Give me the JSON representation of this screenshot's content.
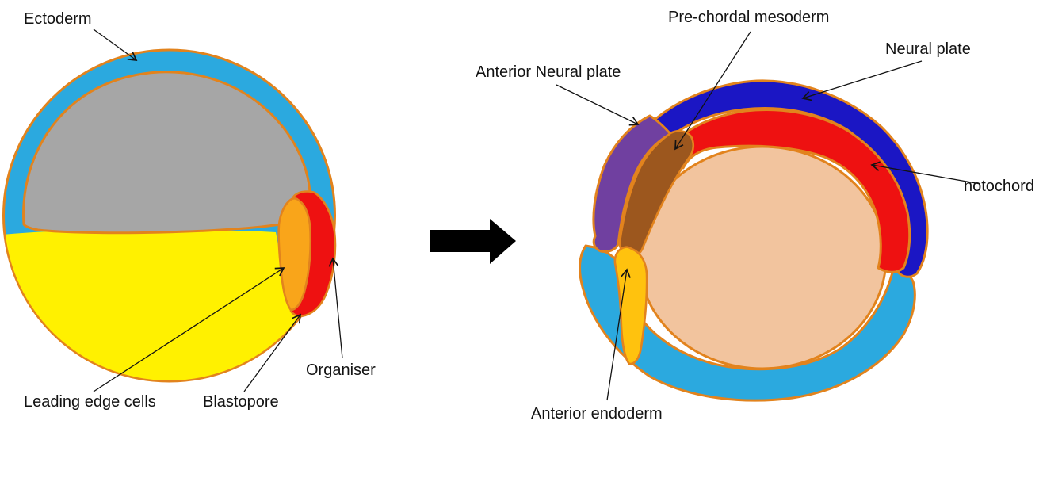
{
  "figure": {
    "description_labels_total": 9,
    "transition_arrow_color": "#000000"
  },
  "colors": {
    "outline": "#E2831D",
    "label_text": "#131313",
    "ectoderm_blue": "#2BA9DF",
    "animal_cap_gray": "#A6A6A6",
    "vegetal_yellow": "#FFF100",
    "leading_edge_orange": "#F9A51A",
    "organiser_red": "#EE1111",
    "neural_plate_darkblue": "#1B16C4",
    "notochord_red": "#EE1111",
    "anterior_neural_plate_purple": "#7040A0",
    "prechordal_mesoderm_brown": "#9C571E",
    "anterior_endoderm_gold": "#FFC20E",
    "interior_peach": "#F2C49E"
  },
  "left": {
    "labels": {
      "ectoderm": "Ectoderm",
      "leading_edge": "Leading edge cells",
      "blastopore": "Blastopore",
      "organiser": "Organiser"
    }
  },
  "right": {
    "labels": {
      "prechordal": "Pre-chordal  mesoderm",
      "neural_plate": "Neural plate",
      "anterior_neural_plate": "Anterior Neural plate",
      "notochord": "notochord",
      "anterior_endoderm": "Anterior endoderm"
    }
  }
}
